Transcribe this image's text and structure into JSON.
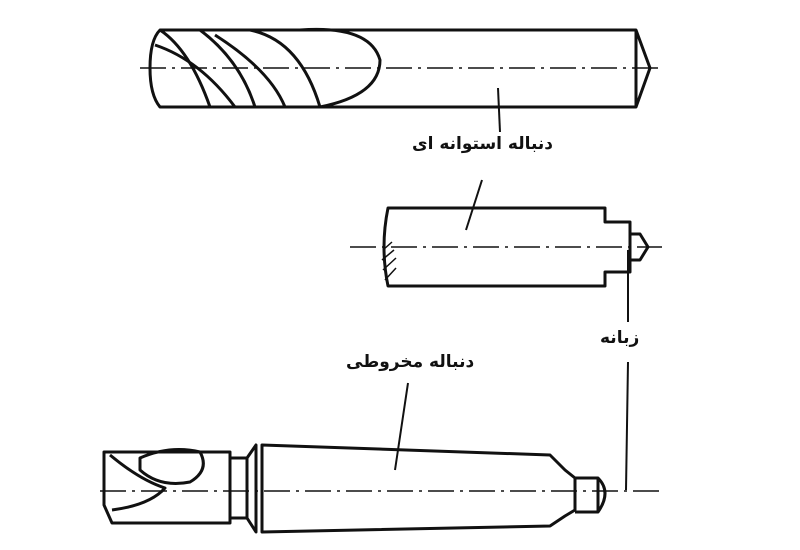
{
  "labels": {
    "cylindrical_shank": "دنباله استوانه ای",
    "tang": "زبانه",
    "tapered_shank": "دنباله مخروطی"
  },
  "colors": {
    "ink": "#111111",
    "background": "#ffffff"
  }
}
